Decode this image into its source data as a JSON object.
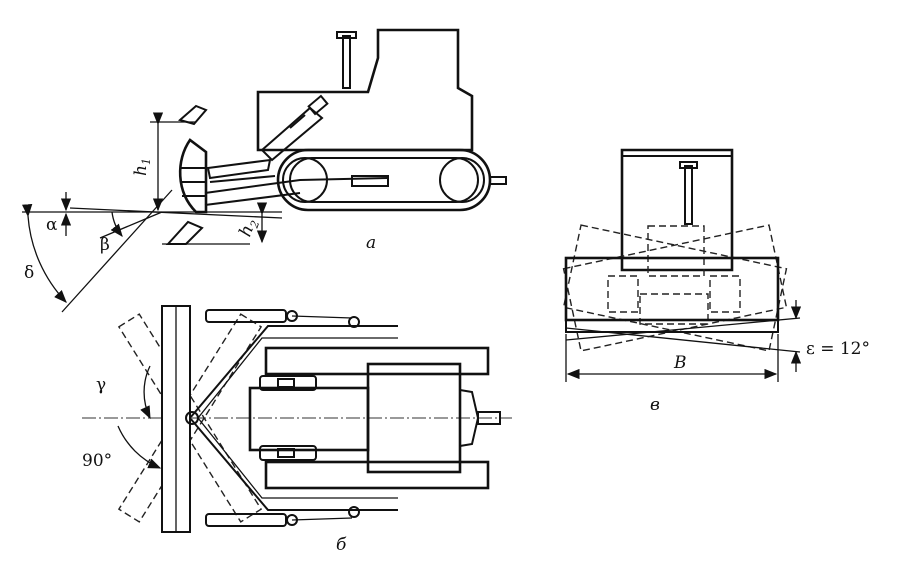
{
  "labels": {
    "h1": "h",
    "h1_sub": "1",
    "h2": "h",
    "h2_sub": "2",
    "alpha": "α",
    "beta": "β",
    "delta": "δ",
    "gamma": "γ",
    "angle_90": "90°",
    "width_B": "B",
    "epsilon": "ε = 12°"
  },
  "captions": {
    "view_a": "а",
    "view_b": "б",
    "view_v": "в"
  }
}
